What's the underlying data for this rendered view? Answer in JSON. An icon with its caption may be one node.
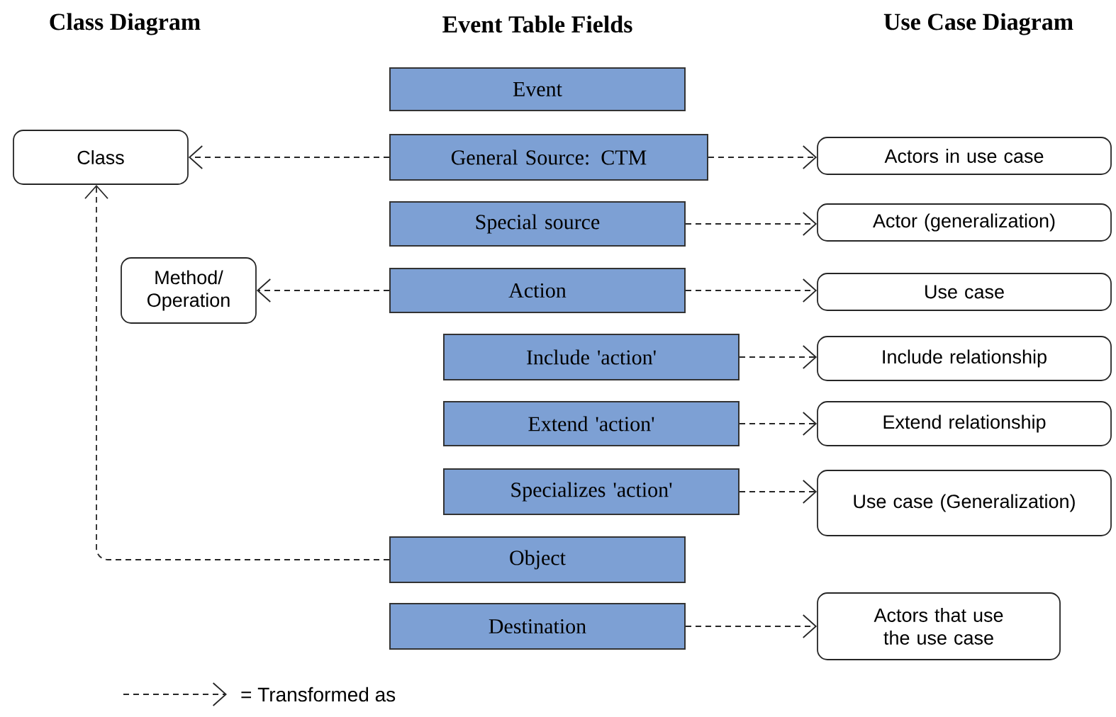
{
  "diagram": {
    "nodes": [
      {
        "text": [
          "Event"
        ]
      },
      {
        "text": [
          "Class"
        ]
      },
      {
        "text": [
          "General Source: CTM"
        ]
      },
      {
        "text": [
          "Actors in use case"
        ]
      },
      {
        "text": [
          "Special source"
        ]
      },
      {
        "text": [
          "Actor (generalization)"
        ]
      },
      {
        "text": [
          "Method/ Operation"
        ]
      },
      {
        "text": [
          "Action"
        ]
      },
      {
        "text": [
          "Use case"
        ]
      },
      {
        "text": [
          "Include 'action'"
        ]
      },
      {
        "text": [
          "Include relationship"
        ]
      },
      {
        "text": [
          "Extend 'action'"
        ]
      },
      {
        "text": [
          "Extend relationship"
        ]
      },
      {
        "text": [
          "Specializes 'action'"
        ]
      },
      {
        "text": [
          "Use case (Generalization)"
        ]
      },
      {
        "text": [
          "Object"
        ]
      },
      {
        "text": [
          "Destination"
        ]
      },
      {
        "text": [
          "Actors that use the use case"
        ]
      }
    ],
    "edges": [
      {
        "from": 2,
        "to": 1,
        "arrow": "to",
        "style": "dashed"
      },
      {
        "from": 2,
        "to": 3,
        "arrow": "to",
        "style": "dashed"
      },
      {
        "from": 4,
        "to": 5,
        "arrow": "to",
        "style": "dashed"
      },
      {
        "from": 7,
        "to": 6,
        "arrow": "to",
        "style": "dashed"
      },
      {
        "from": 7,
        "to": 8,
        "arrow": "to",
        "style": "dashed"
      },
      {
        "from": 9,
        "to": 10,
        "arrow": "to",
        "style": "dashed"
      },
      {
        "from": 11,
        "to": 12,
        "arrow": "to",
        "style": "dashed"
      },
      {
        "from": 13,
        "to": 14,
        "arrow": "to",
        "style": "dashed"
      },
      {
        "from": 15,
        "to": 1,
        "arrow": "to",
        "style": "dashed"
      },
      {
        "from": 16,
        "to": 17,
        "arrow": "to",
        "style": "dashed"
      }
    ],
    "labels": [
      "Class Diagram",
      "Event Table Fields",
      "Use Case Diagram"
    ],
    "legend": [
      {
        "text": "= Transformed as"
      }
    ]
  }
}
